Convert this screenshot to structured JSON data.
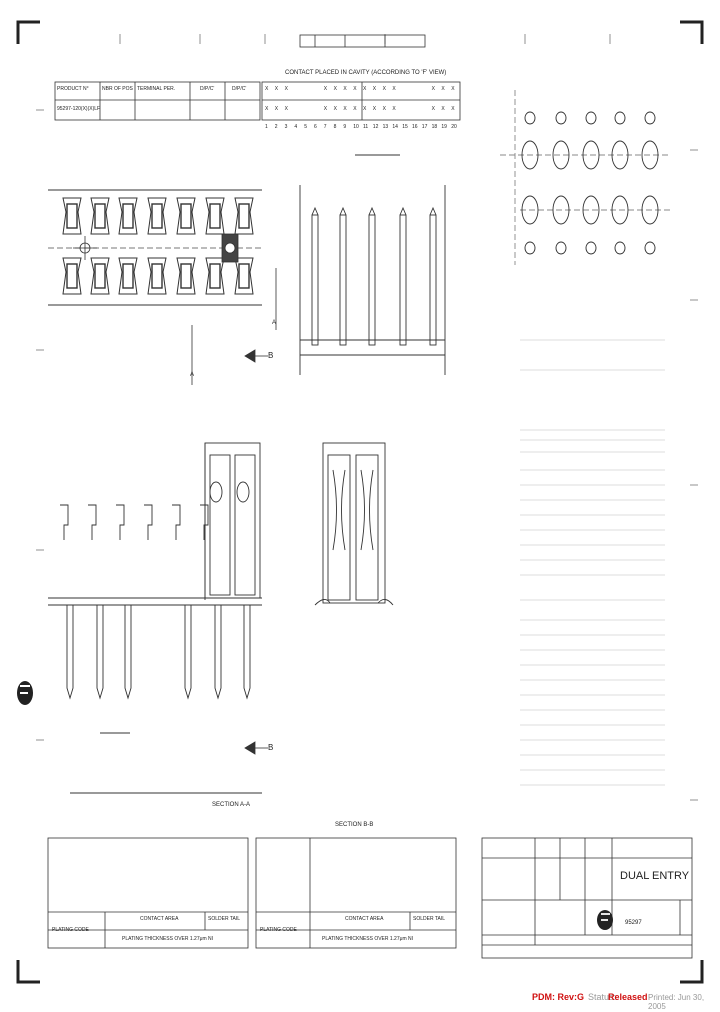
{
  "contact_table": {
    "title": "CONTACT PLACED IN CAVITY (ACCORDING TO 'F' VIEW)",
    "row1": [
      "X",
      "X",
      "X",
      "",
      "",
      "",
      "X",
      "X",
      "X",
      "X",
      "X",
      "X",
      "X",
      "X",
      "",
      "",
      "",
      "X",
      "X",
      "X"
    ],
    "row2": [
      "X",
      "X",
      "X",
      "",
      "",
      "",
      "X",
      "X",
      "X",
      "X",
      "X",
      "X",
      "X",
      "X",
      "",
      "",
      "",
      "X",
      "X",
      "X"
    ],
    "positions": [
      "1",
      "2",
      "3",
      "4",
      "5",
      "6",
      "7",
      "8",
      "9",
      "10",
      "11",
      "12",
      "13",
      "14",
      "15",
      "16",
      "17",
      "18",
      "19",
      "20"
    ]
  },
  "product_table": {
    "headers": [
      "PRODUCT N°",
      "NBR OF POS",
      "TERMINAL PER.",
      "D/P/C'",
      "D/P/C'"
    ],
    "row": [
      "95297-120(X)(X)LF",
      "",
      "",
      "",
      ""
    ]
  },
  "labels": {
    "section_aa": "SECTION A-A",
    "section_bb": "SECTION B-B",
    "marker_a_top": "A",
    "marker_a_side": "A",
    "marker_b_top": "B",
    "marker_b_bottom": "B"
  },
  "plating": {
    "left": {
      "plating_code": "PLATING CODE",
      "contact_area": "CONTACT AREA",
      "solder_tail": "SOLDER TAIL",
      "thickness": "PLATING THICKNESS OVER 1.27μm NI"
    },
    "right": {
      "plating_code": "PLATING CODE",
      "contact_area": "CONTACT AREA",
      "solder_tail": "SOLDER TAIL",
      "thickness": "PLATING THICKNESS OVER 1.27μm NI"
    }
  },
  "title_block": {
    "title": "DUAL ENTRY",
    "part_number": "95297",
    "logo": "FCI"
  },
  "footer": {
    "pdm_label": "PDM: Rev:G",
    "status_prefix": "Status:",
    "status_value": "Released",
    "printed": "Printed: Jun 30, 2005"
  },
  "colors": {
    "line": "#333333",
    "faint": "#8a8a8a",
    "pdm_red": "#d01010"
  }
}
